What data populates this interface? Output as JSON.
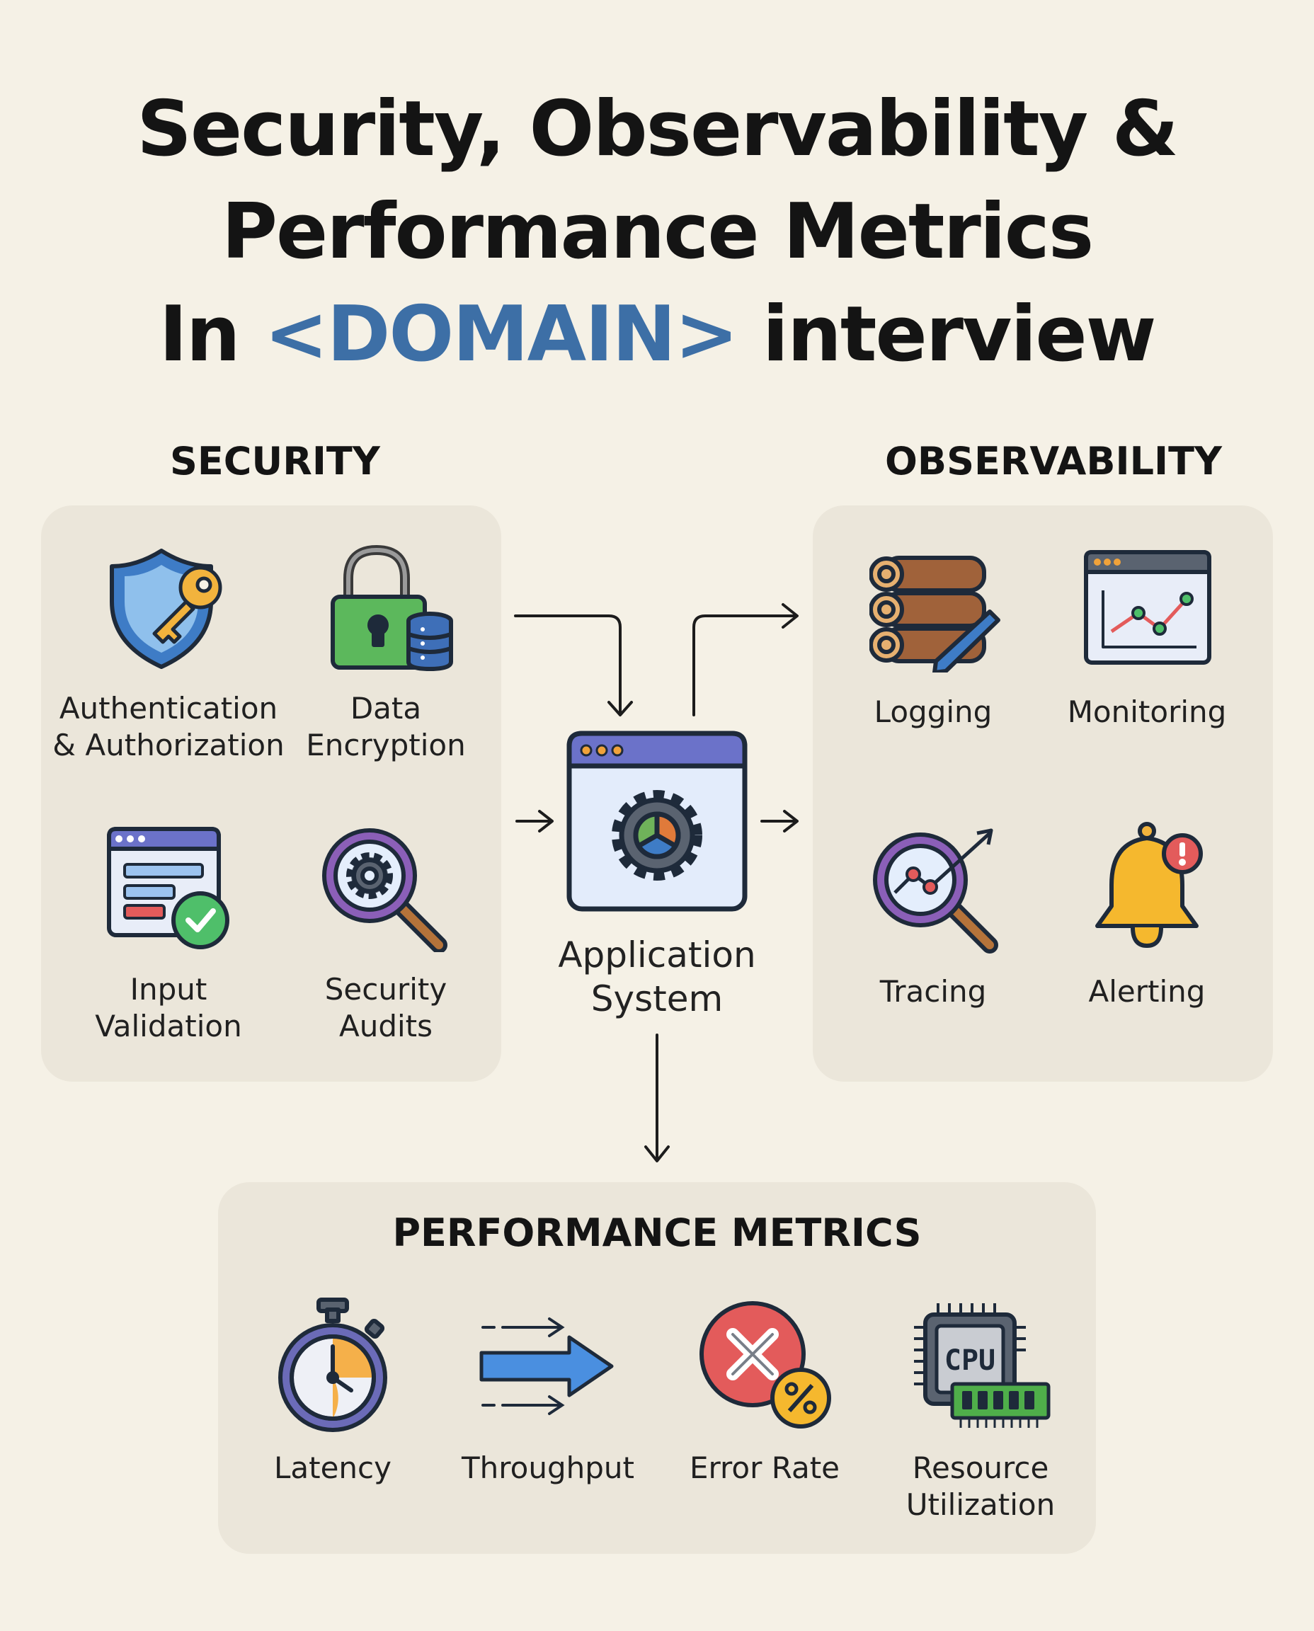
{
  "title": {
    "line1": "Security, Observability &",
    "line2": "Performance  Metrics",
    "line3_prefix": "In ",
    "line3_accent": "<DOMAIN>",
    "line3_suffix": " interview"
  },
  "security": {
    "heading": "SECURITY",
    "items": [
      {
        "label": "Authentication\n& Authorization",
        "icon": "shield-key-icon"
      },
      {
        "label": "Data\nEncryption",
        "icon": "padlock-database-icon"
      },
      {
        "label": "Input\nValidation",
        "icon": "form-check-icon"
      },
      {
        "label": "Security\nAudits",
        "icon": "magnifier-gear-icon"
      }
    ]
  },
  "observability": {
    "heading": "OBSERVABILITY",
    "items": [
      {
        "label": "Logging",
        "icon": "logs-pencil-icon"
      },
      {
        "label": "Monitoring",
        "icon": "dashboard-chart-icon"
      },
      {
        "label": "Tracing",
        "icon": "magnifier-trend-icon"
      },
      {
        "label": "Alerting",
        "icon": "bell-alert-icon"
      }
    ]
  },
  "center": {
    "label": "Application\nSystem",
    "icon": "app-window-gear-icon"
  },
  "performance": {
    "heading": "PERFORMANCE METRICS",
    "items": [
      {
        "label": "Latency",
        "icon": "stopwatch-icon"
      },
      {
        "label": "Throughput",
        "icon": "arrow-flow-icon"
      },
      {
        "label": "Error Rate",
        "icon": "error-percent-icon"
      },
      {
        "label": "Resource\nUtilization",
        "icon": "cpu-memory-icon"
      }
    ],
    "cpu_text": "CPU"
  },
  "colors": {
    "background": "#f5f1e6",
    "panel": "#ebe6da",
    "accent": "#3d6fa6"
  }
}
